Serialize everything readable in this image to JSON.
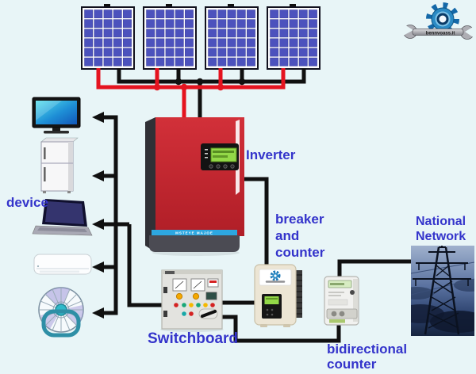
{
  "colors": {
    "background": "#e8f5f7",
    "label_blue": "#3434cb",
    "wire_red": "#e5131f",
    "wire_black": "#101010",
    "panel_cell_blue": "#4c52bd",
    "inverter_red": "#c22730",
    "inverter_stripe_blue": "#2da7e0",
    "logo_gear_blue": "#2b8ac4"
  },
  "header_logo": {
    "site_text": "bennvoass.it"
  },
  "solar_array": {
    "panel_count": 4,
    "grid_columns": 5,
    "grid_rows": 6
  },
  "inverter": {
    "label": "Inverter",
    "front_text": "MSTEYE MAJOE"
  },
  "devices": {
    "label": "device",
    "items": [
      "tv",
      "refrigerator",
      "laptop",
      "air-conditioner",
      "fan"
    ]
  },
  "switchboard": {
    "label": "Switchboard"
  },
  "breaker_counter": {
    "label_lines": [
      "breaker",
      "and",
      "counter"
    ]
  },
  "bidirectional_counter": {
    "label_lines": [
      "bidirectional",
      "counter"
    ]
  },
  "national_network": {
    "label_lines": [
      "National",
      "Network"
    ]
  }
}
